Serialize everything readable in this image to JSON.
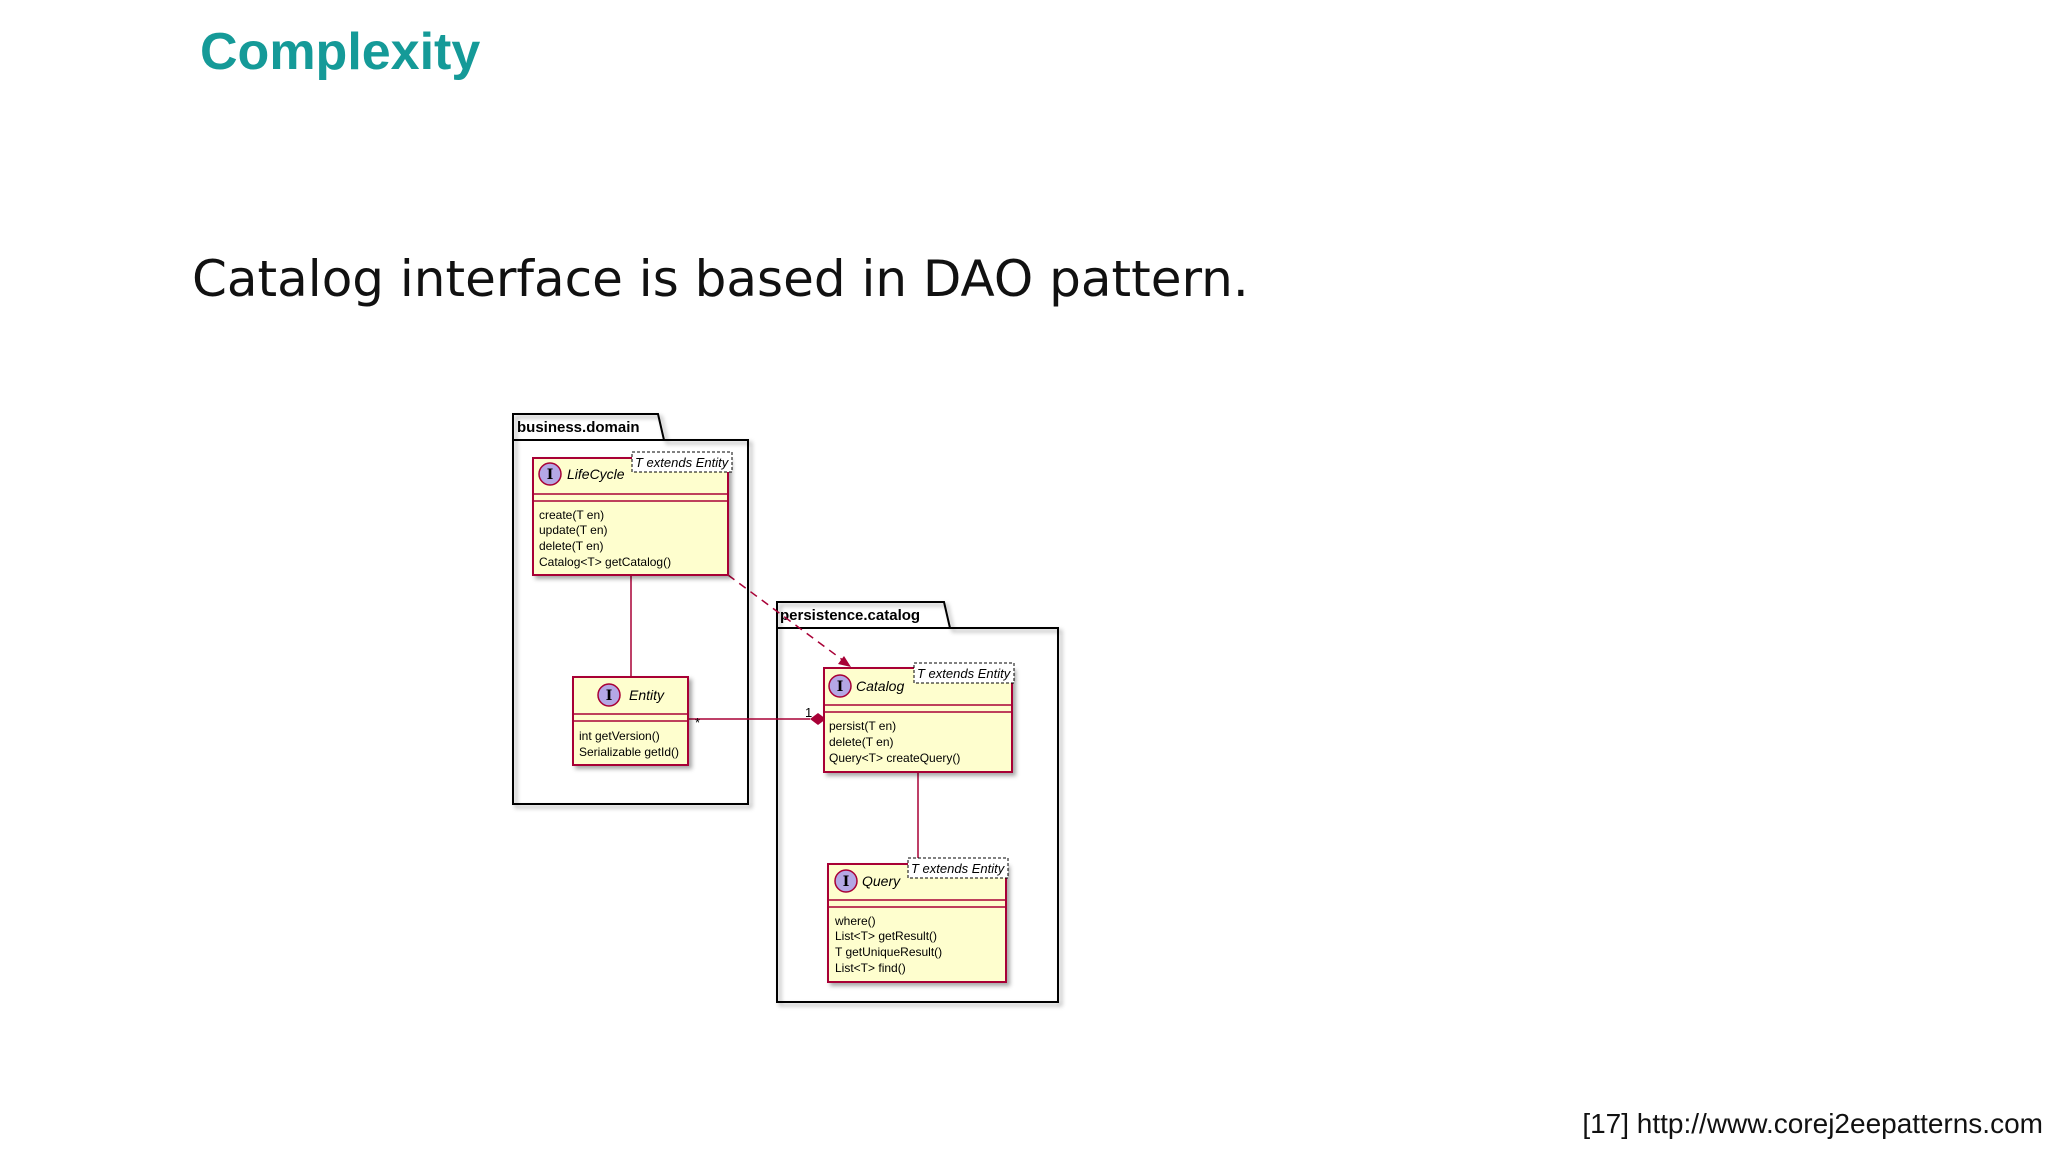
{
  "slide": {
    "title": "Complexity",
    "body": "Catalog interface is based in DAO pattern.",
    "reference": "[17] http://www.corej2eepatterns.com"
  },
  "colors": {
    "title": "#159a98",
    "class_fill": "#fefece",
    "class_border": "#a80036",
    "interface_badge": "#b4a7e5"
  },
  "diagram": {
    "packages": {
      "business_domain": "business.domain",
      "persistence_catalog": "persistence.catalog"
    },
    "interface_glyph": "I",
    "classes": {
      "lifecycle": {
        "name": "LifeCycle",
        "generic": "T extends Entity",
        "members": [
          "create(T en)",
          "update(T en)",
          "delete(T en)",
          "Catalog<T> getCatalog()"
        ]
      },
      "entity": {
        "name": "Entity",
        "members": [
          "int getVersion()",
          "Serializable getId()"
        ]
      },
      "catalog": {
        "name": "Catalog",
        "generic": "T extends Entity",
        "members": [
          "persist(T en)",
          "delete(T en)",
          "Query<T> createQuery()"
        ]
      },
      "query": {
        "name": "Query",
        "generic": "T extends Entity",
        "members": [
          "where()",
          "List<T> getResult()",
          "T getUniqueResult()",
          "List<T> find()"
        ]
      }
    },
    "relations": {
      "catalog_entity_multiplicity": "1",
      "entity_end_marker": "*"
    }
  }
}
